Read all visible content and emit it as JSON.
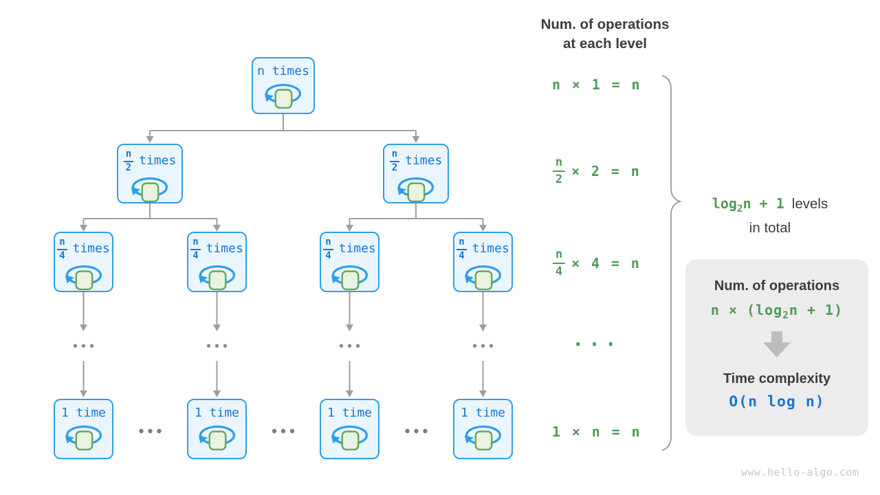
{
  "colors": {
    "node_border_blue": "#2E9FE6",
    "node_fill_blue": "#EAF5FD",
    "node_text_blue": "#1877D2",
    "loop_square_fill": "#EAF3E1",
    "loop_square_border": "#67A85C",
    "equation_green": "#4E9B55",
    "connector_gray": "#9E9E9E",
    "heading_dark": "#3C3C3C",
    "summary_box_bg": "#ECECEC",
    "block_arrow_gray": "#BDBDBD",
    "complexity_blue": "#1976D2",
    "watermark_gray": "#C6C6C6"
  },
  "header": {
    "line1": "Num. of operations",
    "line2": "at each level"
  },
  "tree": {
    "root": {
      "label": "n times"
    },
    "level2": [
      {
        "num": "n",
        "den": "2",
        "suffix": "times"
      },
      {
        "num": "n",
        "den": "2",
        "suffix": "times"
      }
    ],
    "level3": [
      {
        "num": "n",
        "den": "4",
        "suffix": "times"
      },
      {
        "num": "n",
        "den": "4",
        "suffix": "times"
      },
      {
        "num": "n",
        "den": "4",
        "suffix": "times"
      },
      {
        "num": "n",
        "den": "4",
        "suffix": "times"
      }
    ],
    "level4": [
      {
        "label": "1 time"
      },
      {
        "label": "1 time"
      },
      {
        "label": "1 time"
      },
      {
        "label": "1 time"
      }
    ]
  },
  "equations": {
    "row1": "n × 1 = n",
    "row2": {
      "num": "n",
      "den": "2",
      "rest": "× 2 = n"
    },
    "row3": {
      "num": "n",
      "den": "4",
      "rest": "× 4 = n"
    },
    "dots": "...",
    "row5": "1 × n = n"
  },
  "brace_label": {
    "log_prefix": "log",
    "log_sub": "2",
    "log_suffix": "n + 1",
    "rest_line1": "levels",
    "line2": "in total"
  },
  "summary_box": {
    "title": "Num. of operations",
    "formula_prefix": "n × (log",
    "formula_sub": "2",
    "formula_suffix": "n + 1)",
    "subtitle": "Time complexity",
    "complexity": "O(n log n)"
  },
  "watermark": "www.hello-algo.com"
}
